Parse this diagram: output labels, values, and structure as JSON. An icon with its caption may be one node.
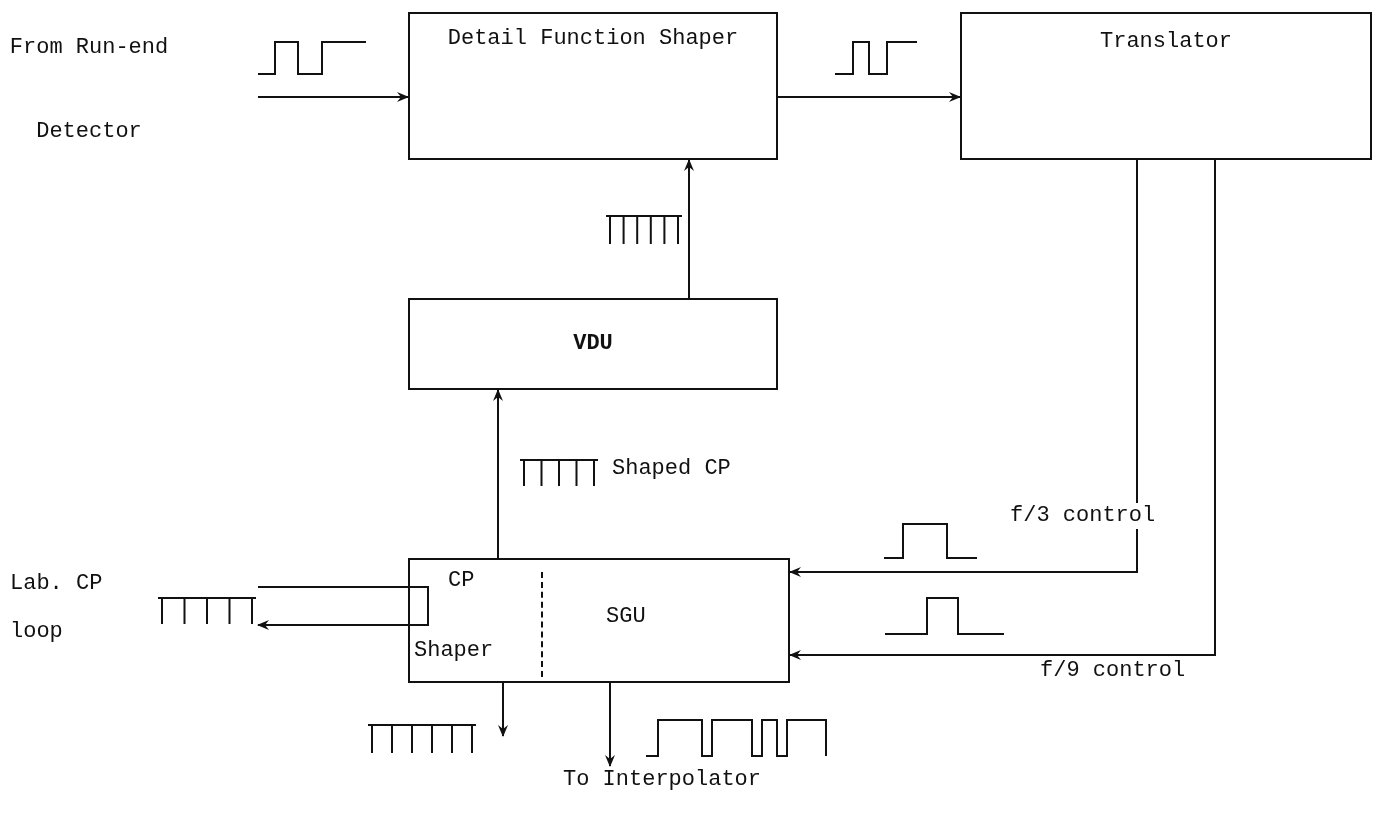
{
  "diagram": {
    "nodes": [
      {
        "text": [
          "From Run-end Detector"
        ]
      },
      {
        "text": [
          "Detail Function Shaper"
        ]
      },
      {
        "text": [
          "Translator"
        ]
      },
      {
        "text": [
          "VDU"
        ]
      },
      {
        "text": [
          "CP",
          "Shaper",
          "SGU"
        ]
      },
      {
        "text": [
          "Lab. CP loop"
        ]
      },
      {
        "text": [
          "To Interpolator"
        ]
      }
    ],
    "edges": [
      {
        "from": 0,
        "to": 1,
        "arrow": "to"
      },
      {
        "from": 1,
        "to": 2,
        "arrow": "to"
      },
      {
        "from": 3,
        "to": 1,
        "arrow": "to"
      },
      {
        "from": 4,
        "to": 3,
        "arrow": "to"
      },
      {
        "from": 2,
        "to": 4,
        "arrow": "to",
        "label": "f/3 control"
      },
      {
        "from": 2,
        "to": 4,
        "arrow": "to",
        "label": "f/9 control"
      },
      {
        "from": 5,
        "to": 4,
        "arrow": "none"
      },
      {
        "from": 4,
        "to": 5,
        "arrow": "to"
      },
      {
        "from": 4,
        "to": null,
        "arrow": "to"
      },
      {
        "from": 4,
        "to": 6,
        "arrow": "to"
      }
    ],
    "labels": [
      "Shaped CP"
    ]
  }
}
